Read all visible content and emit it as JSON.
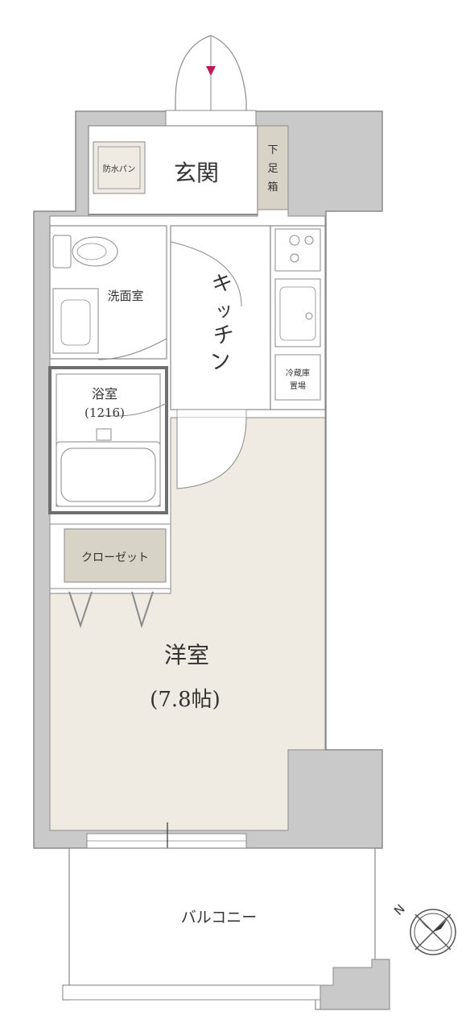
{
  "floor_plan": {
    "rooms": {
      "entrance": "玄関",
      "shoe_box": [
        "下",
        "足",
        "箱"
      ],
      "washer_pan": "防水パン",
      "washroom": "洗面室",
      "kitchen": [
        "キ",
        "ッ",
        "チ",
        "ン"
      ],
      "fridge_space": [
        "冷蔵庫",
        "置場"
      ],
      "bathroom": "浴室",
      "bathroom_size": "(1216)",
      "closet": "クローゼット",
      "western_room": "洋室",
      "western_room_size": "(7.8帖)",
      "balcony": "バルコニー"
    },
    "compass": {
      "north_label": "N",
      "icon": "compass-icon"
    },
    "entry_arrow_icon": "entry-arrow-icon",
    "colors": {
      "wall": "#c9c9c9",
      "wall_line": "#8a8a8a",
      "floor_room": "#efebe3",
      "closet": "#d8d3c7",
      "entry_arrow": "#c2185b"
    }
  }
}
